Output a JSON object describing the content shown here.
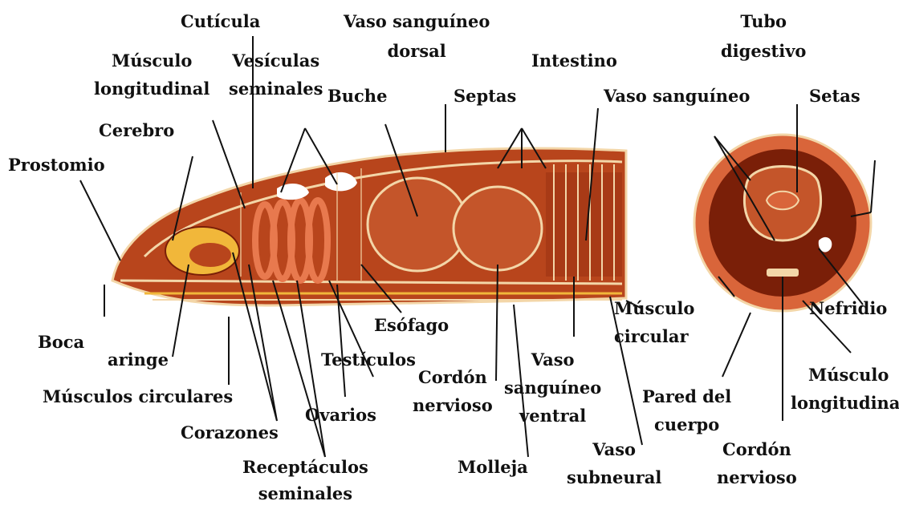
{
  "colors": {
    "body": "#b8451c",
    "body_dark": "#7a1f08",
    "segment_line": "#f3d6a8",
    "organ_light": "#d9653a",
    "yellow": "#f1b73a",
    "background": "#ffffff",
    "leader": "#111111"
  },
  "labels": {
    "cuticula": "Cutícula",
    "vaso_dorsal_1": "Vaso sanguíneo",
    "vaso_dorsal_2": "dorsal",
    "tubo_1": "Tubo",
    "tubo_2": "digestivo",
    "musculo_long_1": "Músculo",
    "musculo_long_2": "longitudinal",
    "vesiculas_1": "Vesículas",
    "vesiculas_2": "seminales",
    "intestino": "Intestino",
    "buche": "Buche",
    "septas": "Septas",
    "vaso_sanguineo": "Vaso sanguíneo",
    "setas": "Setas",
    "cerebro": "Cerebro",
    "prostomio": "Prostomio",
    "musculo_circ_1": "Músculo",
    "musculo_circ_2": "circular",
    "nefridio": "Nefridio",
    "esofago": "Esófago",
    "boca": "Boca",
    "faringe": "aringe",
    "testiculos": "Testículos",
    "vaso_ventral_1": "Vaso",
    "vaso_ventral_2": "sanguíneo",
    "vaso_ventral_3": "ventral",
    "cordon_1": "Cordón",
    "cordon_2": "nervioso",
    "musculo_long_r1": "Músculo",
    "musculo_long_r2": "longitudinal",
    "musculos_circulares": "Músculos circulares",
    "pared_1": "Pared del",
    "pared_2": "cuerpo",
    "ovarios": "Ovarios",
    "corazones": "Corazones",
    "vaso_sub_1": "Vaso",
    "vaso_sub_2": "subneural",
    "cordon_r1": "Cordón",
    "cordon_r2": "nervioso",
    "molleja": "Molleja",
    "receptaculos_1": "Receptáculos",
    "receptaculos_2": "seminales"
  }
}
